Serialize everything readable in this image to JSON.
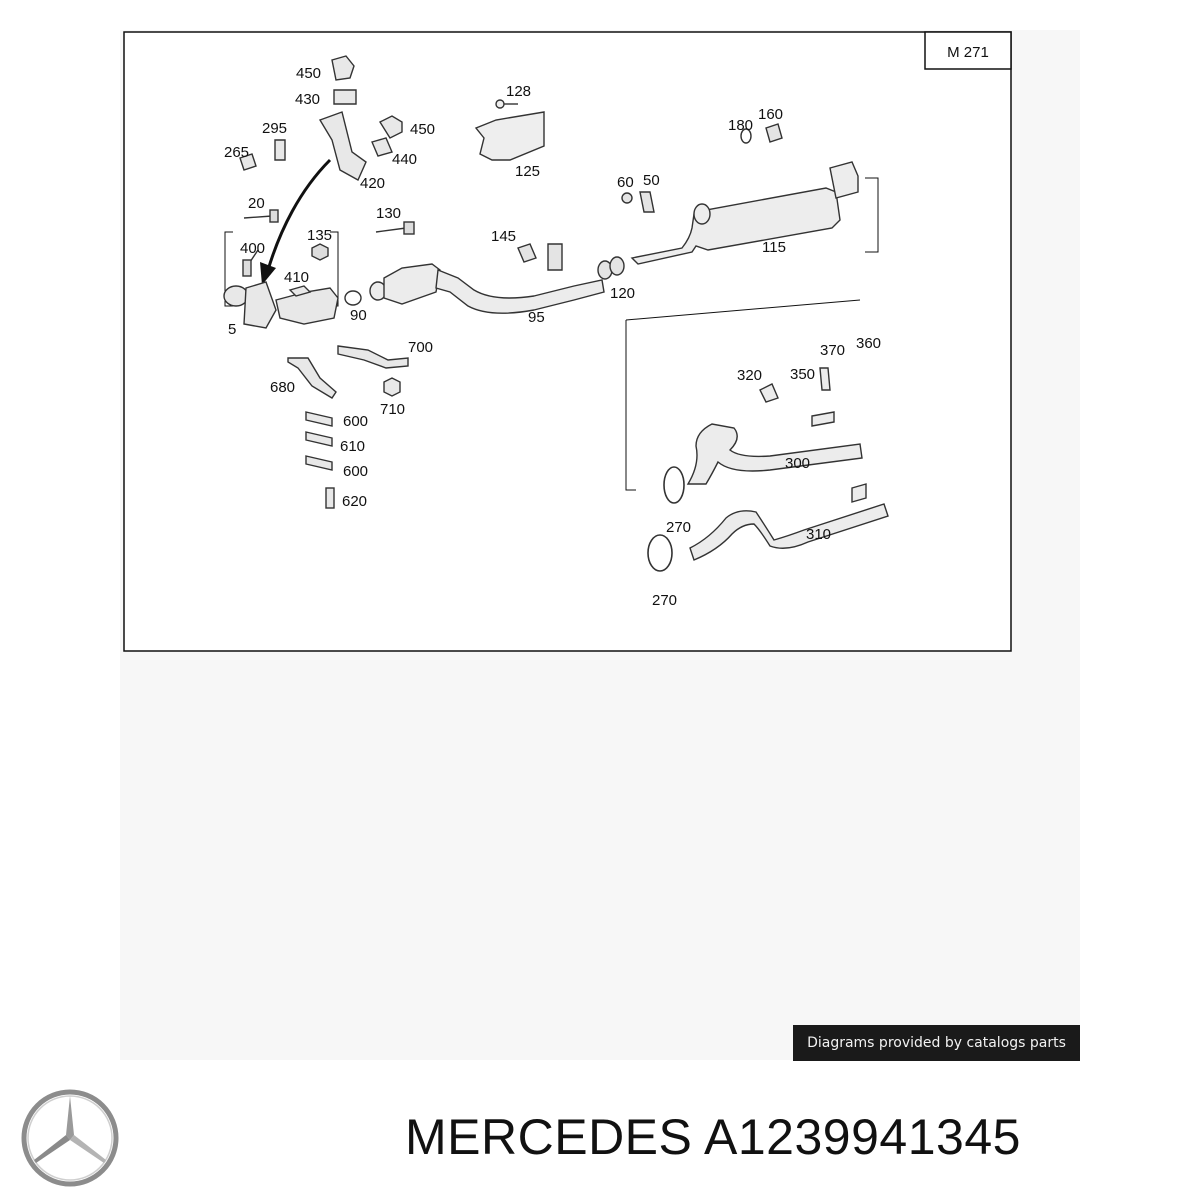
{
  "diagram": {
    "engine_code": "M 271",
    "callouts": [
      "450",
      "430",
      "450",
      "440",
      "420",
      "295",
      "265",
      "20",
      "400",
      "410",
      "135",
      "130",
      "128",
      "125",
      "60",
      "50",
      "145",
      "120",
      "90",
      "95",
      "5",
      "700",
      "680",
      "710",
      "600",
      "610",
      "600",
      "620",
      "180",
      "160",
      "115",
      "370",
      "360",
      "320",
      "350",
      "300",
      "270",
      "310",
      "270"
    ]
  },
  "credit": "Diagrams provided by catalogs parts",
  "title": {
    "brand": "MERCEDES",
    "part_number": "A1239941345"
  }
}
